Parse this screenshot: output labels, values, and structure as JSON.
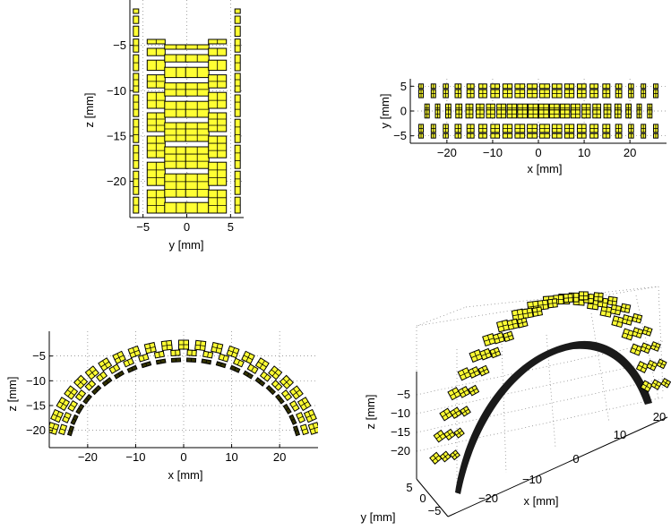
{
  "figure": {
    "colors": {
      "tile": "#ffff33",
      "edge": "#000000",
      "grid": "#7f7f7f",
      "background": "#ffffff"
    }
  },
  "chart_data": [
    {
      "type": "scatter",
      "view": "y-z projection",
      "xlabel": "y [mm]",
      "ylabel": "z [mm]",
      "xlim": [
        -6.5,
        6.5
      ],
      "ylim": [
        -24,
        0
      ],
      "xticks": [
        -5,
        0,
        5
      ],
      "xtick_labels": [
        "−5",
        "0",
        "5"
      ],
      "yticks": [
        -20,
        -15,
        -10,
        -5
      ],
      "ytick_labels": [
        "−20",
        "−15",
        "−10",
        "−5"
      ],
      "grid": true,
      "series": [
        {
          "values": [
            {
              "y": -5.8,
              "z_top": -1.8,
              "z_bottom": -22.5
            },
            {
              "y": -3.5,
              "z_top": -3.5,
              "z_bottom": -22.8
            },
            {
              "y": -1.2,
              "z_top": -4.2,
              "z_bottom": -22.9
            },
            {
              "y": 1.2,
              "z_top": -4.2,
              "z_bottom": -22.9
            },
            {
              "y": 3.5,
              "z_top": -3.5,
              "z_bottom": -22.8
            },
            {
              "y": 5.8,
              "z_top": -1.8,
              "z_bottom": -22.5
            }
          ]
        }
      ]
    },
    {
      "type": "scatter",
      "view": "x-y projection",
      "xlabel": "x [mm]",
      "ylabel": "y [mm]",
      "xlim": [
        -28,
        28
      ],
      "ylim": [
        -6.5,
        6.5
      ],
      "xticks": [
        -20,
        -10,
        0,
        10,
        20
      ],
      "xtick_labels": [
        "−20",
        "−10",
        "0",
        "10",
        "20"
      ],
      "yticks": [
        -5,
        0,
        5
      ],
      "ytick_labels": [
        "−5",
        "0",
        "5"
      ],
      "grid": true,
      "series": [
        {
          "values": [
            {
              "y_row": 5.0
            },
            {
              "y_row": 3.5
            },
            {
              "y_row": 0.6
            },
            {
              "y_row": -0.6
            },
            {
              "y_row": -3.5
            },
            {
              "y_row": -5.0
            }
          ]
        }
      ]
    },
    {
      "type": "scatter",
      "view": "x-z projection",
      "xlabel": "x [mm]",
      "ylabel": "z [mm]",
      "xlim": [
        -28,
        28
      ],
      "ylim": [
        -23.5,
        0
      ],
      "xticks": [
        -20,
        -10,
        0,
        10,
        20
      ],
      "xtick_labels": [
        "−20",
        "−10",
        "0",
        "10",
        "20"
      ],
      "yticks": [
        -20,
        -15,
        -10,
        -5
      ],
      "ytick_labels": [
        "−20",
        "−15",
        "−10",
        "−5"
      ],
      "grid": true,
      "series": [
        {
          "values": [
            {
              "arc_radius": 27.0,
              "z_offset": -23.0
            },
            {
              "arc_radius": 25.5,
              "z_offset": -23.0
            },
            {
              "arc_radius": 23.5,
              "z_offset": -23.0
            }
          ]
        }
      ]
    },
    {
      "type": "scatter",
      "view": "3-D perspective",
      "xlabel": "x [mm]",
      "ylabel": "y [mm]",
      "zlabel": "z [mm]",
      "xticks": [
        -20,
        -10,
        0,
        10,
        20
      ],
      "xtick_labels": [
        "−20",
        "−10",
        "0",
        "10",
        "20"
      ],
      "yticks": [
        5,
        0,
        -5
      ],
      "ytick_labels": [
        "5",
        "0",
        "−5"
      ],
      "zticks": [
        -5,
        -10,
        -15,
        -20
      ],
      "ztick_labels": [
        "−5",
        "−10",
        "−15",
        "−20"
      ],
      "grid": true
    }
  ]
}
